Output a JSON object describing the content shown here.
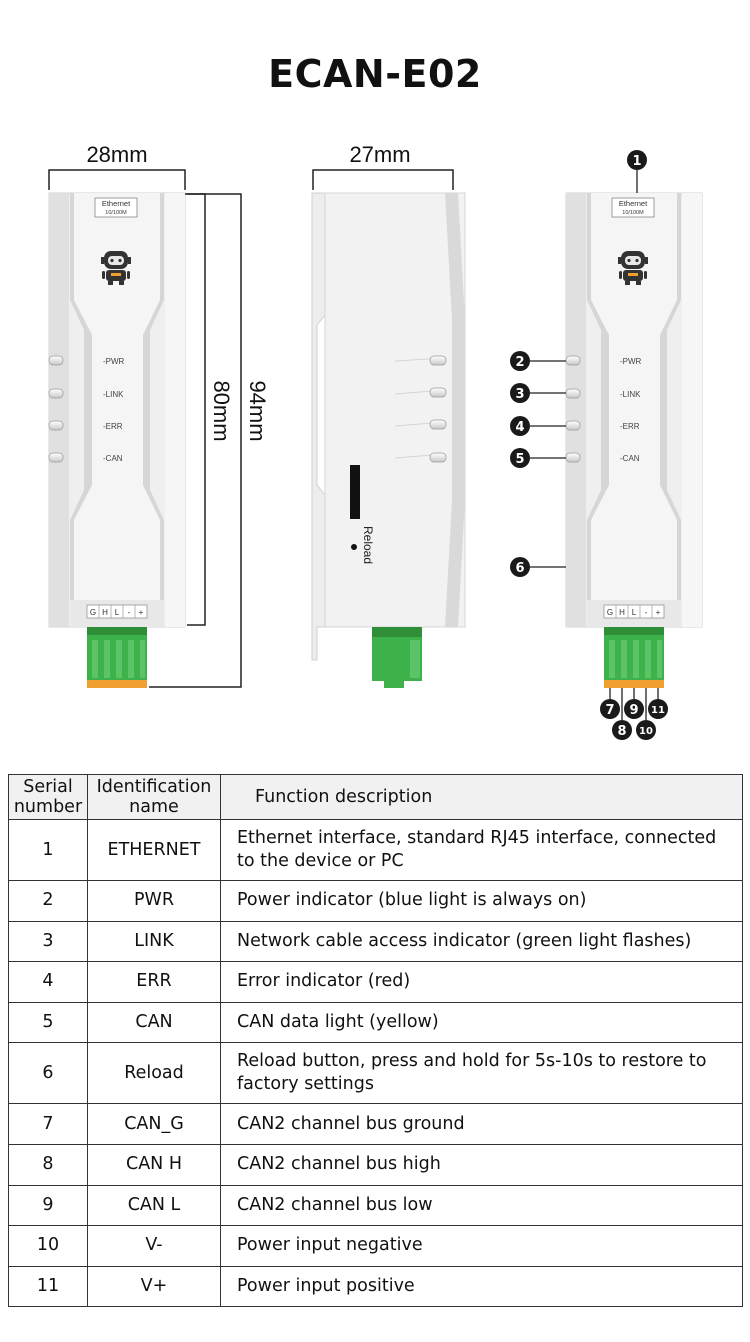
{
  "title": "ECAN-E02",
  "dimensions": {
    "front_width": "28mm",
    "side_depth": "27mm",
    "body_height": "80mm",
    "total_height": "94mm"
  },
  "device_labels": {
    "ethernet_line1": "Ethernet",
    "ethernet_line2": "10/100M",
    "led_pwr": "-PWR",
    "led_link": "-LINK",
    "led_err": "-ERR",
    "led_can": "-CAN",
    "terminal_g": "G",
    "terminal_h": "H",
    "terminal_l": "L",
    "terminal_minus": "-",
    "terminal_plus": "+",
    "reload": "Reload"
  },
  "callouts": [
    "1",
    "2",
    "3",
    "4",
    "5",
    "6",
    "7",
    "8",
    "9",
    "10",
    "11"
  ],
  "table": {
    "headers": {
      "serial_line1": "Serial",
      "serial_line2": "number",
      "ident_line1": "Identification",
      "ident_line2": "name",
      "function": "Function description"
    },
    "rows": [
      {
        "num": "1",
        "name": "ETHERNET",
        "desc": "Ethernet interface, standard RJ45 interface, connected to the device or PC"
      },
      {
        "num": "2",
        "name": "PWR",
        "desc": "Power indicator (blue light is always on)"
      },
      {
        "num": "3",
        "name": "LINK",
        "desc": "Network cable access indicator (green light flashes)"
      },
      {
        "num": "4",
        "name": "ERR",
        "desc": "Error indicator (red)"
      },
      {
        "num": "5",
        "name": "CAN",
        "desc": "CAN data light (yellow)"
      },
      {
        "num": "6",
        "name": "Reload",
        "desc": "Reload button, press and hold for 5s-10s to restore to factory settings"
      },
      {
        "num": "7",
        "name": "CAN_G",
        "desc": "CAN2 channel bus ground"
      },
      {
        "num": "8",
        "name": "CAN H",
        "desc": "CAN2 channel bus high"
      },
      {
        "num": "9",
        "name": "CAN L",
        "desc": "CAN2 channel bus low"
      },
      {
        "num": "10",
        "name": "V-",
        "desc": "Power input negative"
      },
      {
        "num": "11",
        "name": "V+",
        "desc": "Power input positive"
      }
    ]
  },
  "colors": {
    "body": "#efefef",
    "body_shade": "#d9d9d9",
    "waist": "#f7f7f7",
    "terminal_green": "#3eb24a",
    "terminal_orange": "#f0a030",
    "callout": "#1a1a1a"
  }
}
